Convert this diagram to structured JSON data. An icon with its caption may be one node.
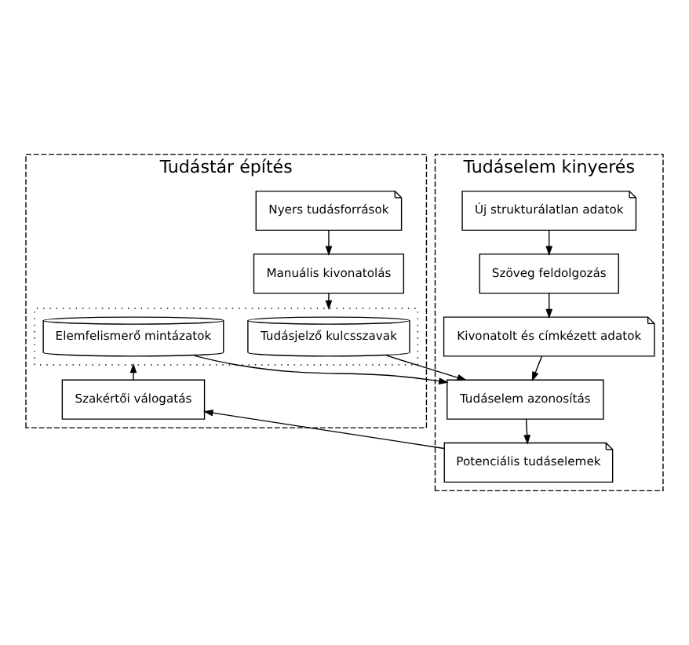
{
  "diagram": {
    "nodes": [
      {
        "text": [
          "Tudástár építés"
        ]
      },
      {
        "text": [
          "Tudáselem kinyerés"
        ]
      },
      {
        "text": [
          "Nyers tudásforrások"
        ],
        "in": 0
      },
      {
        "text": [
          "Manuális kivonatolás"
        ],
        "in": 0
      },
      {
        "text": [],
        "shape": "box",
        "in": 0
      },
      {
        "text": [
          "Tudásjelző kulcsszavak"
        ],
        "in": 4
      },
      {
        "text": [
          "Elemfelismerő mintázatok"
        ],
        "in": 4
      },
      {
        "text": [
          "Szakértői válogatás"
        ],
        "in": 0
      },
      {
        "text": [
          "Új strukturálatlan adatok"
        ],
        "in": 1
      },
      {
        "text": [
          "Szöveg feldolgozás"
        ],
        "in": 1
      },
      {
        "text": [
          "Kivonatolt és címkézett adatok"
        ],
        "in": 1
      },
      {
        "text": [
          "Tudáselem azonosítás"
        ],
        "in": 1
      },
      {
        "text": [
          "Potenciális tudáselemek"
        ],
        "in": 1
      }
    ],
    "edges": [
      {
        "from": 2,
        "to": 3,
        "arrow": "to"
      },
      {
        "from": 3,
        "to": 4,
        "arrow": "to"
      },
      {
        "from": 5,
        "to": 11,
        "arrow": "to"
      },
      {
        "from": 6,
        "to": 11,
        "arrow": "to"
      },
      {
        "from": 8,
        "to": 9,
        "arrow": "to"
      },
      {
        "from": 9,
        "to": 10,
        "arrow": "to"
      },
      {
        "from": 10,
        "to": 11,
        "arrow": "to"
      },
      {
        "from": 11,
        "to": 12,
        "arrow": "to"
      },
      {
        "from": 12,
        "to": 7,
        "arrow": "to"
      },
      {
        "from": 7,
        "to": 4,
        "arrow": "to"
      }
    ]
  }
}
